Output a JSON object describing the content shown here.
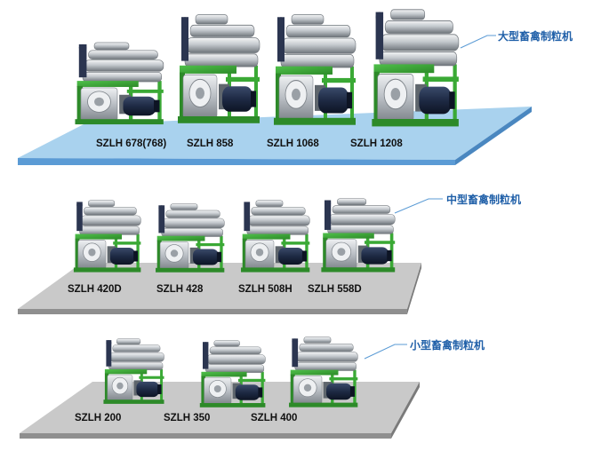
{
  "colors": {
    "platform_large_top": "#a9d2ee",
    "platform_large_side": "#5b9bd5",
    "platform_gray_top": "#c9c9c9",
    "platform_gray_side": "#8f8f8f",
    "machine_green": "#3aa935",
    "machine_steel": "#b9bec4",
    "motor_navy": "#1e2a44",
    "category_text": "#1f5fa8"
  },
  "groups": [
    {
      "category": "大型畜禽制粒机",
      "models": [
        "SZLH 678(768)",
        "SZLH 858",
        "SZLH 1068",
        "SZLH 1208"
      ]
    },
    {
      "category": "中型畜禽制粒机",
      "models": [
        "SZLH 420D",
        "SZLH 428",
        "SZLH 508H",
        "SZLH 558D"
      ]
    },
    {
      "category": "小型畜禽制粒机",
      "models": [
        "SZLH 200",
        "SZLH 350",
        "SZLH 400"
      ]
    }
  ]
}
